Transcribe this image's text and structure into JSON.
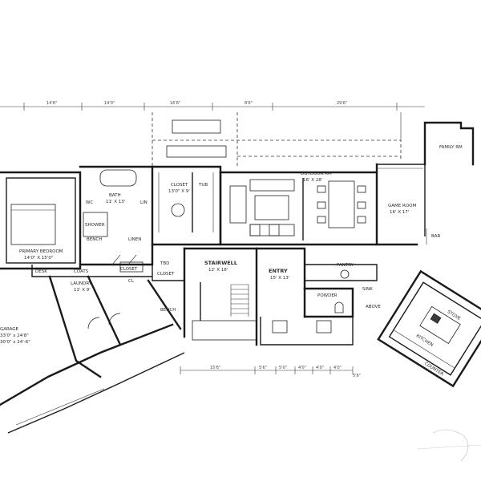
{
  "top_dimensions": [
    "14'6\"",
    "14'0\"",
    "16'6\"",
    "8'6\"",
    "29'6\""
  ],
  "bottom_dimensions": [
    "15'6\"",
    "5'6\"",
    "5'0\"",
    "4'0\"",
    "4'0\"",
    "4'0\"",
    "5'6\""
  ],
  "rooms": {
    "family_room": "FAMILY RM",
    "primary_bedroom": "PRIMARY BEDROOM",
    "primary_bedroom_size": "14'0\" X 15'0\"",
    "bath": "BATH",
    "bath_size": "11' X 13'",
    "closet": "CLOSET",
    "closet_size": "13'0\" X 9'",
    "stairwell": "STAIRWELL",
    "stairwell_size": "12' X 18'",
    "entry": "ENTRY",
    "entry_size": "15' X 13'",
    "outdoor_rm": "OUTDOOR RM",
    "outdoor_rm_size": "16' X 28'",
    "game_room": "GAME ROOM",
    "game_room_size": "16' X 17'",
    "laundry": "LAUNDRY",
    "laundry_size": "11' X 9'",
    "kitchen": "KITCHEN",
    "powder": "POWDER",
    "garage": "GARAGE"
  },
  "labels": {
    "shower": "SHOWER",
    "bench": "BENCH",
    "linen": "LINEN",
    "wc": "WC",
    "lin": "LIN",
    "tub": "TUB",
    "desk": "DESK",
    "coats": "COATS",
    "closet_small": "CLOSET",
    "tbd": "TBD",
    "cl": "CL",
    "bench2": "BENCH",
    "pantry": "PANTRY",
    "sink": "SINK",
    "bar": "BAR",
    "closet2": "CLOSET",
    "counter": "COUNTER",
    "stove": "STOVE",
    "above": "ABOVE"
  },
  "notes": {
    "garage_dims_1": "33'0\" x 24'8\"",
    "garage_dims_2": "30'0\" x 24'-6\""
  }
}
